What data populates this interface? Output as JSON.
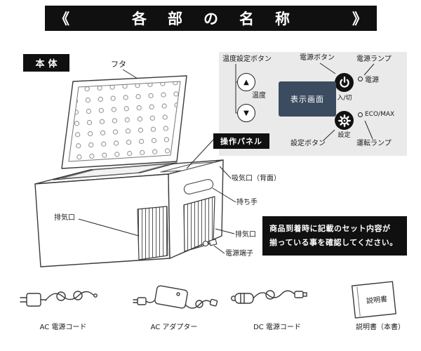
{
  "header": {
    "bracket_left": "《",
    "title": "各部の名称",
    "bracket_right": "》"
  },
  "body_section_label": "本体",
  "diagram_labels": {
    "lid": "フタ",
    "intake_rear": "吸気口（背面）",
    "handle": "持ち手",
    "exhaust_left": "排気口",
    "exhaust_right": "排気口",
    "power_terminal": "電源端子",
    "control_panel_tag": "操作パネル"
  },
  "control_panel": {
    "temp_button_label": "温度設定ボタン",
    "power_button_label": "電源ボタン",
    "power_lamp_label": "電源ランプ",
    "up_arrow": "▲",
    "down_arrow": "▼",
    "temp_label": "温度",
    "display_label": "表示画面",
    "on_off_label": "入/切",
    "power_led_label": "電源",
    "eco_max_label": "ECO/MAX",
    "setting_label": "設定",
    "setting_button_label": "設定ボタン",
    "run_lamp_label": "運転ランプ"
  },
  "notice": {
    "line1": "商品到着時に記載のセット内容が",
    "line2": "揃っている事を確認してください。"
  },
  "accessories": {
    "items": [
      {
        "label": "AC 電源コード"
      },
      {
        "label": "AC アダプター"
      },
      {
        "label": "DC 電源コード"
      },
      {
        "label": "説明書（本書）"
      }
    ],
    "manual_text": "説明書"
  },
  "colors": {
    "banner_bg": "#101010",
    "panel_bg": "#eaeaea",
    "display_bg": "#3c4c60",
    "notice_bg": "#101010",
    "line": "#2a2a2a"
  }
}
